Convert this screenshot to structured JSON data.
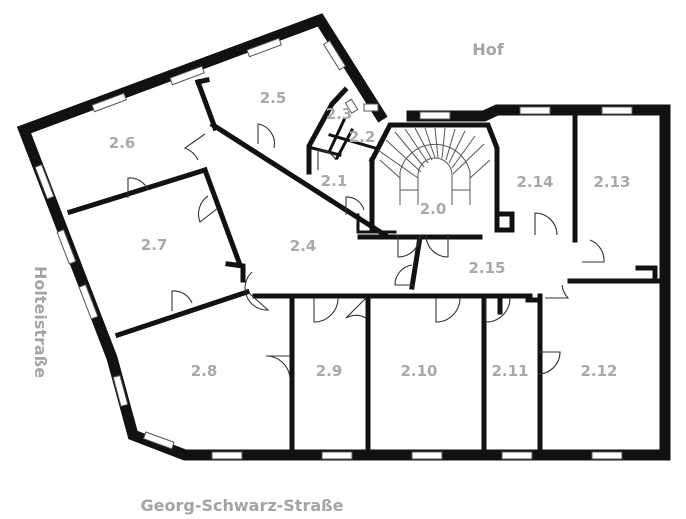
{
  "rooms": [
    {
      "id": "r2_0",
      "label": "2.0"
    },
    {
      "id": "r2_1",
      "label": "2.1"
    },
    {
      "id": "r2_2",
      "label": "2.2"
    },
    {
      "id": "r2_3",
      "label": "2.3"
    },
    {
      "id": "r2_4",
      "label": "2.4"
    },
    {
      "id": "r2_5",
      "label": "2.5"
    },
    {
      "id": "r2_6",
      "label": "2.6"
    },
    {
      "id": "r2_7",
      "label": "2.7"
    },
    {
      "id": "r2_8",
      "label": "2.8"
    },
    {
      "id": "r2_9",
      "label": "2.9"
    },
    {
      "id": "r2_10",
      "label": "2.10"
    },
    {
      "id": "r2_11",
      "label": "2.11"
    },
    {
      "id": "r2_12",
      "label": "2.12"
    },
    {
      "id": "r2_13",
      "label": "2.13"
    },
    {
      "id": "r2_14",
      "label": "2.14"
    },
    {
      "id": "r2_15",
      "label": "2.15"
    }
  ],
  "streets": {
    "courtyard": "Hof",
    "left_street": "Holteistraße",
    "bottom_street": "Georg-Schwarz-Straße"
  }
}
